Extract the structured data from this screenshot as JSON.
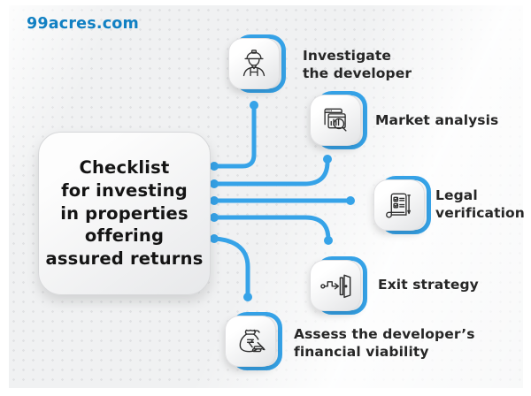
{
  "brand": {
    "logo_text": "99acres.com"
  },
  "card": {
    "title": "Checklist\nfor investing\nin properties\noffering\nassured returns"
  },
  "items": [
    {
      "label": "Investigate\nthe developer",
      "icon": "construction-worker-icon"
    },
    {
      "label": "Market analysis",
      "icon": "market-analysis-icon"
    },
    {
      "label": "Legal\nverification",
      "icon": "legal-document-icon"
    },
    {
      "label": "Exit strategy",
      "icon": "exit-door-icon"
    },
    {
      "label": "Assess the developer’s\nfinancial viability",
      "icon": "money-bag-icon"
    }
  ],
  "colors": {
    "accent_blue": "#36a3e8",
    "brand_blue": "#1180c3",
    "background_gray": "#f0f1f2",
    "text_dark": "#262626"
  }
}
